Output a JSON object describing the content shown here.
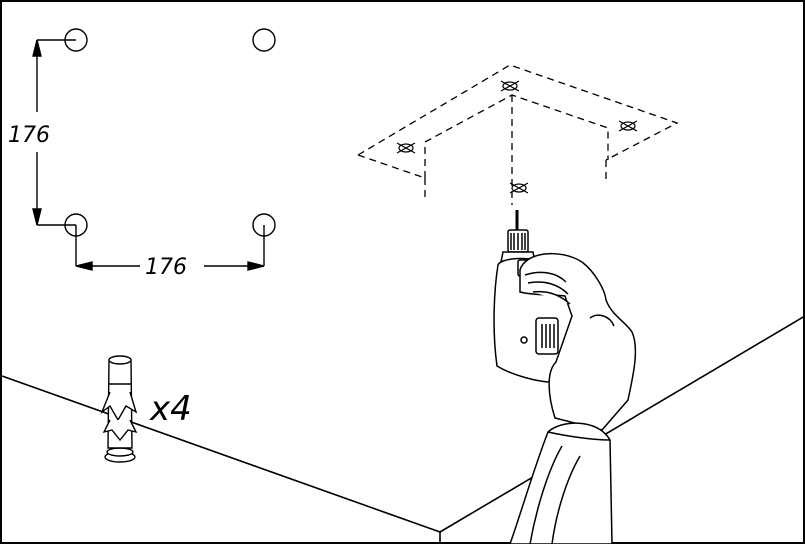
{
  "dimensions": {
    "vertical_label": "176",
    "horizontal_label": "176"
  },
  "anchors": {
    "quantity_label": "x4"
  },
  "colors": {
    "line": "#000000",
    "background": "#ffffff"
  },
  "icons": {
    "drill": "drill-icon",
    "hand": "hand-icon",
    "wall-anchor": "wall-anchor-icon",
    "hole-mark": "hole-mark-icon"
  }
}
